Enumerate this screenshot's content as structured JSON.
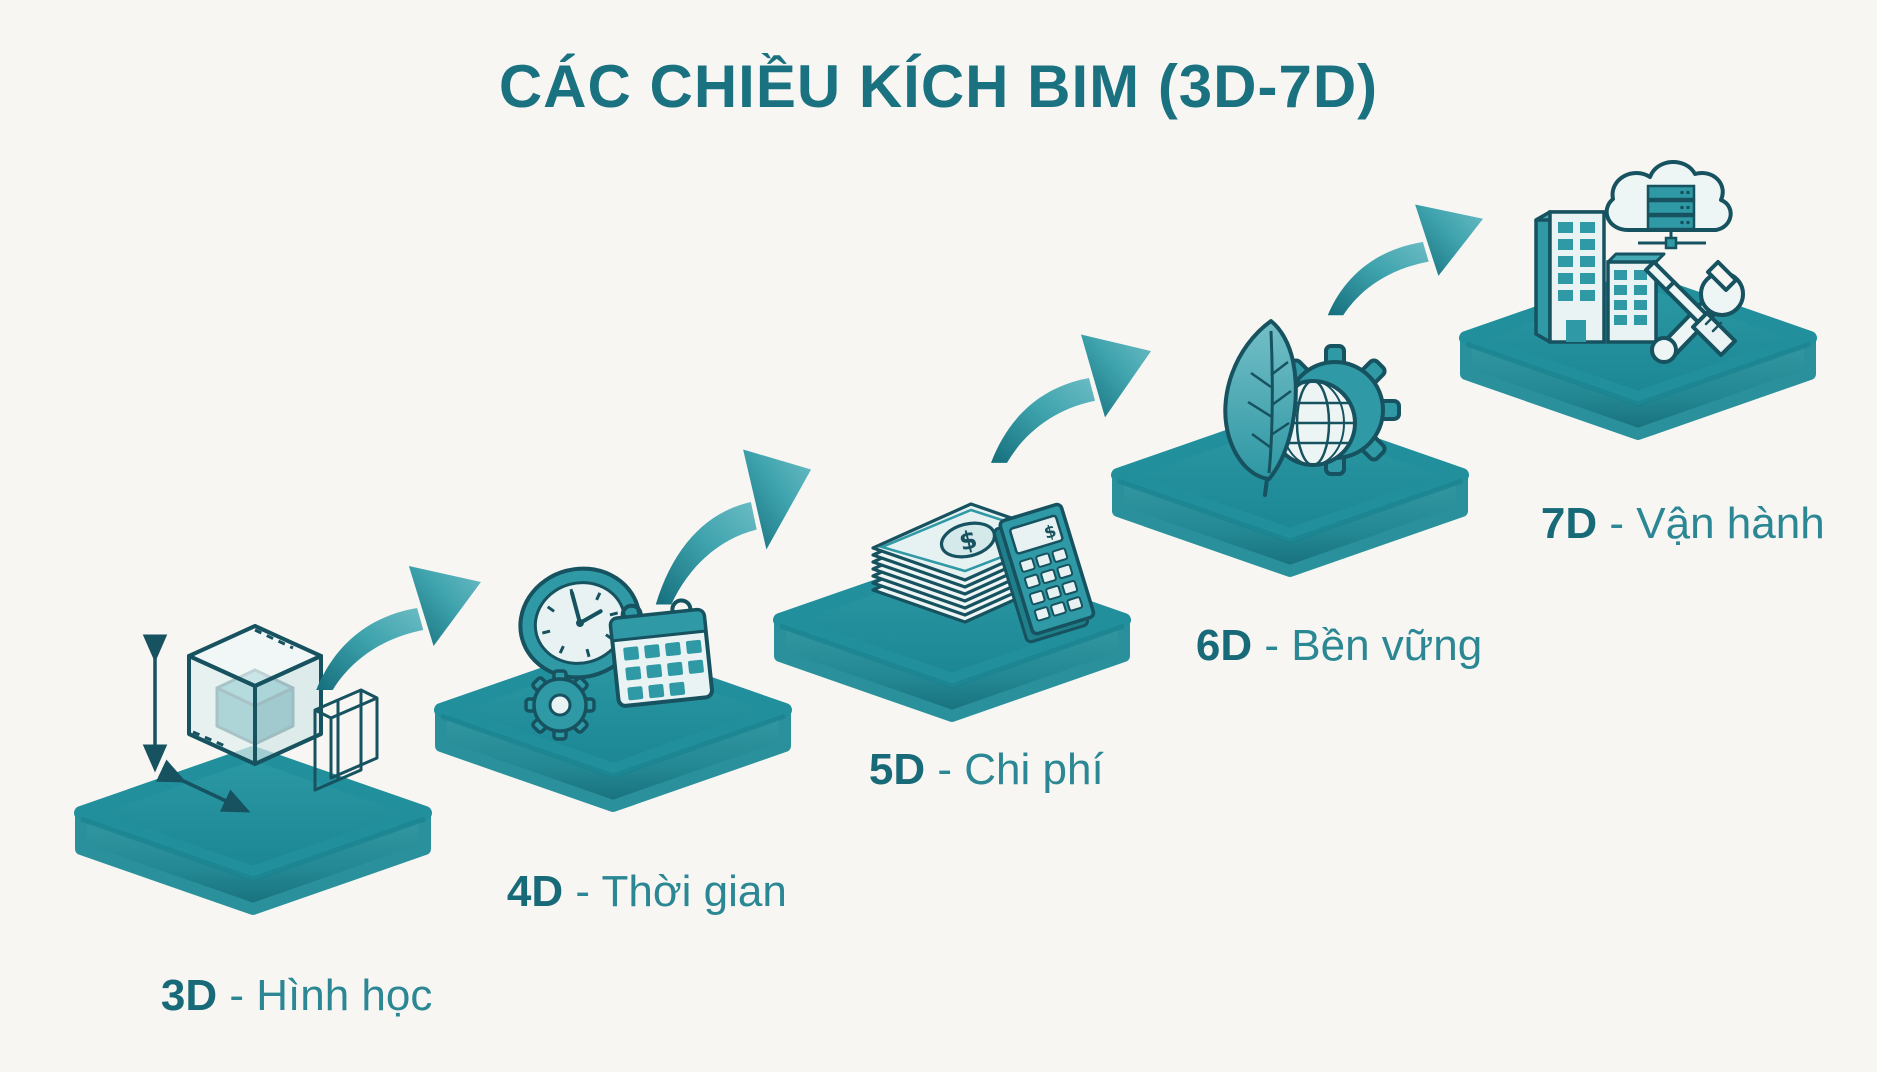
{
  "title": "CÁC CHIỀU KÍCH BIM (3D-7D)",
  "label_separator": " - ",
  "arrow_icon": "curved-swoosh-arrow-icon",
  "colors": {
    "background": "#f7f6f3",
    "title": "#1a7280",
    "step_code": "#186a78",
    "step_name": "#2b8794",
    "platform_top": "#1e8c98",
    "platform_side": "#3aa4ad",
    "icon_outline": "#16525f",
    "icon_pale": "#eaf3f3",
    "icon_teal": "#2f99a5",
    "arrow": "#2f9da9"
  },
  "steps": [
    {
      "code": "3D",
      "name": "Hình học",
      "icon": "cube-dimensions-icon"
    },
    {
      "code": "4D",
      "name": "Thời gian",
      "icon": "clock-calendar-gear-icon"
    },
    {
      "code": "5D",
      "name": "Chi phí",
      "icon": "money-calculator-icon"
    },
    {
      "code": "6D",
      "name": "Bền vững",
      "icon": "leaf-globe-gear-icon"
    },
    {
      "code": "7D",
      "name": "Vận hành",
      "icon": "building-cloud-tools-icon"
    }
  ]
}
